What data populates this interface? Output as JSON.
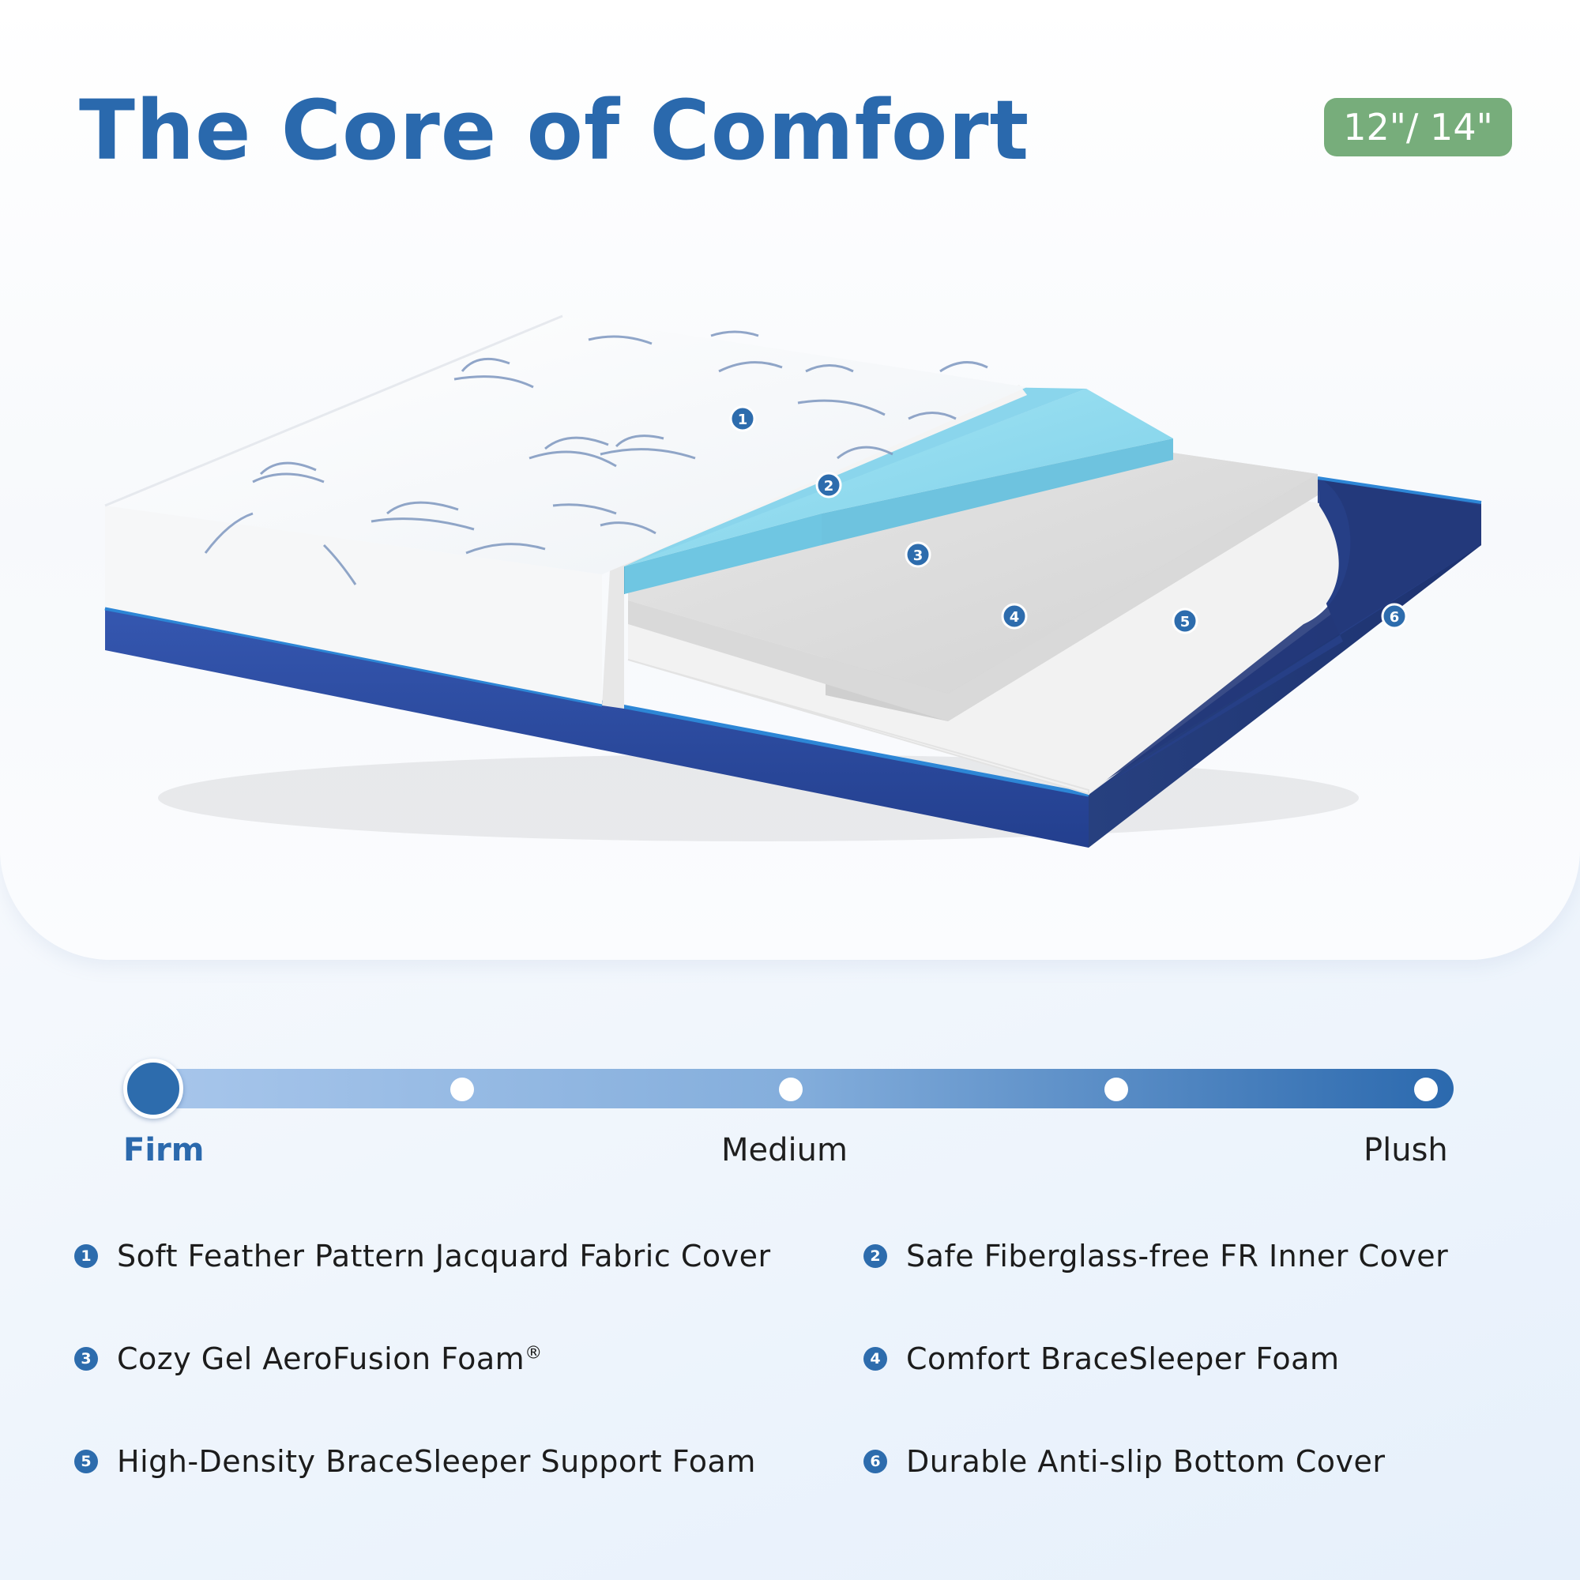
{
  "header": {
    "title": "The Core of Comfort",
    "size_badge": "12\"/ 14\""
  },
  "diagram": {
    "markers": [
      "1",
      "2",
      "3",
      "4",
      "5",
      "6"
    ]
  },
  "firmness_scale": {
    "labels": {
      "firm": "Firm",
      "medium": "Medium",
      "plush": "Plush"
    },
    "selected": "Firm",
    "selected_position": 0
  },
  "features": [
    {
      "num": "1",
      "text": "Soft Feather Pattern Jacquard Fabric Cover"
    },
    {
      "num": "2",
      "text": "Safe Fiberglass-free FR Inner Cover"
    },
    {
      "num": "3",
      "text": "Cozy Gel AeroFusion Foam",
      "sup": "®"
    },
    {
      "num": "4",
      "text": "Comfort BraceSleeper Foam"
    },
    {
      "num": "5",
      "text": "High-Density BraceSleeper Support Foam"
    },
    {
      "num": "6",
      "text": "Durable Anti-slip Bottom Cover"
    }
  ],
  "colors": {
    "brand_blue": "#2a69ad",
    "badge_green": "#77ad7b",
    "navy_base": "#2b4aa0",
    "gel_foam": "#8fd8ee",
    "gray_foam": "#dcdcdc",
    "support_foam": "#f1f1f1"
  }
}
